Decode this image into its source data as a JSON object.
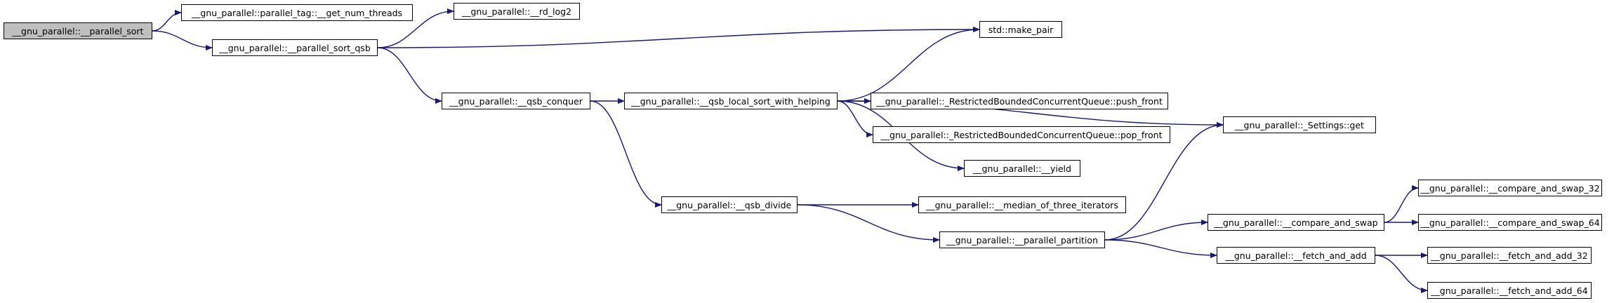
{
  "colors": {
    "edge": "#191970",
    "node_border": "#000000",
    "root_fill": "#bfbfbf",
    "node_fill": "#ffffff"
  },
  "nodes": {
    "parallel_sort": "__gnu_parallel::__parallel_sort",
    "get_num_threads": "__gnu_parallel::parallel_tag::__get_num_threads",
    "parallel_sort_qsb": "__gnu_parallel::__parallel_sort_qsb",
    "rd_log2": "__gnu_parallel::__rd_log2",
    "make_pair": "std::make_pair",
    "qsb_conquer": "__gnu_parallel::__qsb_conquer",
    "qsb_local_sort_with_helping": "__gnu_parallel::__qsb_local_sort_with_helping",
    "push_front": "__gnu_parallel::_RestrictedBoundedConcurrentQueue::push_front",
    "pop_front": "__gnu_parallel::_RestrictedBoundedConcurrentQueue::pop_front",
    "settings_get": "__gnu_parallel::_Settings::get",
    "yield": "__gnu_parallel::__yield",
    "qsb_divide": "__gnu_parallel::__qsb_divide",
    "median_of_three": "__gnu_parallel::__median_of_three_iterators",
    "parallel_partition": "__gnu_parallel::__parallel_partition",
    "compare_and_swap": "__gnu_parallel::__compare_and_swap",
    "compare_and_swap_32": "__gnu_parallel::__compare_and_swap_32",
    "compare_and_swap_64": "__gnu_parallel::__compare_and_swap_64",
    "fetch_and_add": "__gnu_parallel::__fetch_and_add",
    "fetch_and_add_32": "__gnu_parallel::__fetch_and_add_32",
    "fetch_and_add_64": "__gnu_parallel::__fetch_and_add_64"
  },
  "edges": [
    [
      "parallel_sort",
      "get_num_threads"
    ],
    [
      "parallel_sort",
      "parallel_sort_qsb"
    ],
    [
      "parallel_sort_qsb",
      "rd_log2"
    ],
    [
      "parallel_sort_qsb",
      "make_pair"
    ],
    [
      "parallel_sort_qsb",
      "qsb_conquer"
    ],
    [
      "qsb_conquer",
      "qsb_local_sort_with_helping"
    ],
    [
      "qsb_conquer",
      "qsb_divide"
    ],
    [
      "qsb_local_sort_with_helping",
      "make_pair"
    ],
    [
      "qsb_local_sort_with_helping",
      "push_front"
    ],
    [
      "qsb_local_sort_with_helping",
      "pop_front"
    ],
    [
      "qsb_local_sort_with_helping",
      "settings_get"
    ],
    [
      "qsb_local_sort_with_helping",
      "yield"
    ],
    [
      "qsb_divide",
      "median_of_three"
    ],
    [
      "qsb_divide",
      "parallel_partition"
    ],
    [
      "parallel_partition",
      "settings_get"
    ],
    [
      "parallel_partition",
      "compare_and_swap"
    ],
    [
      "parallel_partition",
      "fetch_and_add"
    ],
    [
      "compare_and_swap",
      "compare_and_swap_32"
    ],
    [
      "compare_and_swap",
      "compare_and_swap_64"
    ],
    [
      "fetch_and_add",
      "fetch_and_add_32"
    ],
    [
      "fetch_and_add",
      "fetch_and_add_64"
    ]
  ]
}
